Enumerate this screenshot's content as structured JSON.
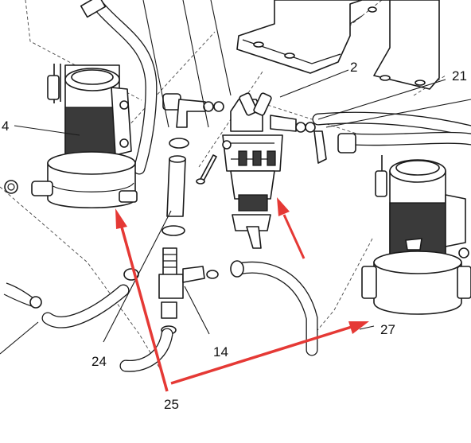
{
  "diagram": {
    "labels": {
      "l2": "2",
      "l4": "4",
      "l14": "14",
      "l21": "21",
      "l24": "24",
      "l25": "25",
      "l27": "27"
    },
    "colors": {
      "line": "#1a1a1a",
      "arrow": "#e53935",
      "motor_dark": "#3a3a3a",
      "background": "#ffffff"
    }
  }
}
